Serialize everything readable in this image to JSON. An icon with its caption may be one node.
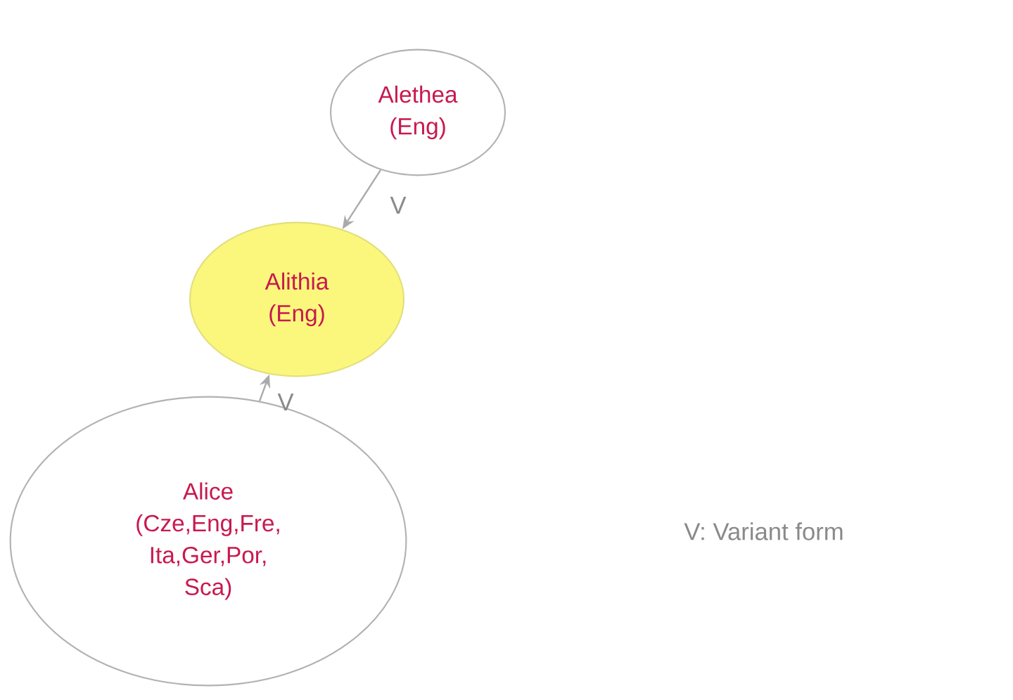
{
  "diagram": {
    "nodes": [
      {
        "text": [
          "Alethea (Eng)"
        ]
      },
      {
        "text": [
          "Alithia (Eng)"
        ]
      },
      {
        "text": [
          "Alice (Cze,Eng,Fre, Ita,Ger,Por, Sca)"
        ]
      }
    ],
    "edges": [
      {
        "from": 0,
        "to": 1,
        "arrow": "to",
        "label": "V"
      },
      {
        "from": 2,
        "to": 1,
        "arrow": "to",
        "label": "V"
      }
    ],
    "labels": [
      "V: Variant form"
    ]
  }
}
